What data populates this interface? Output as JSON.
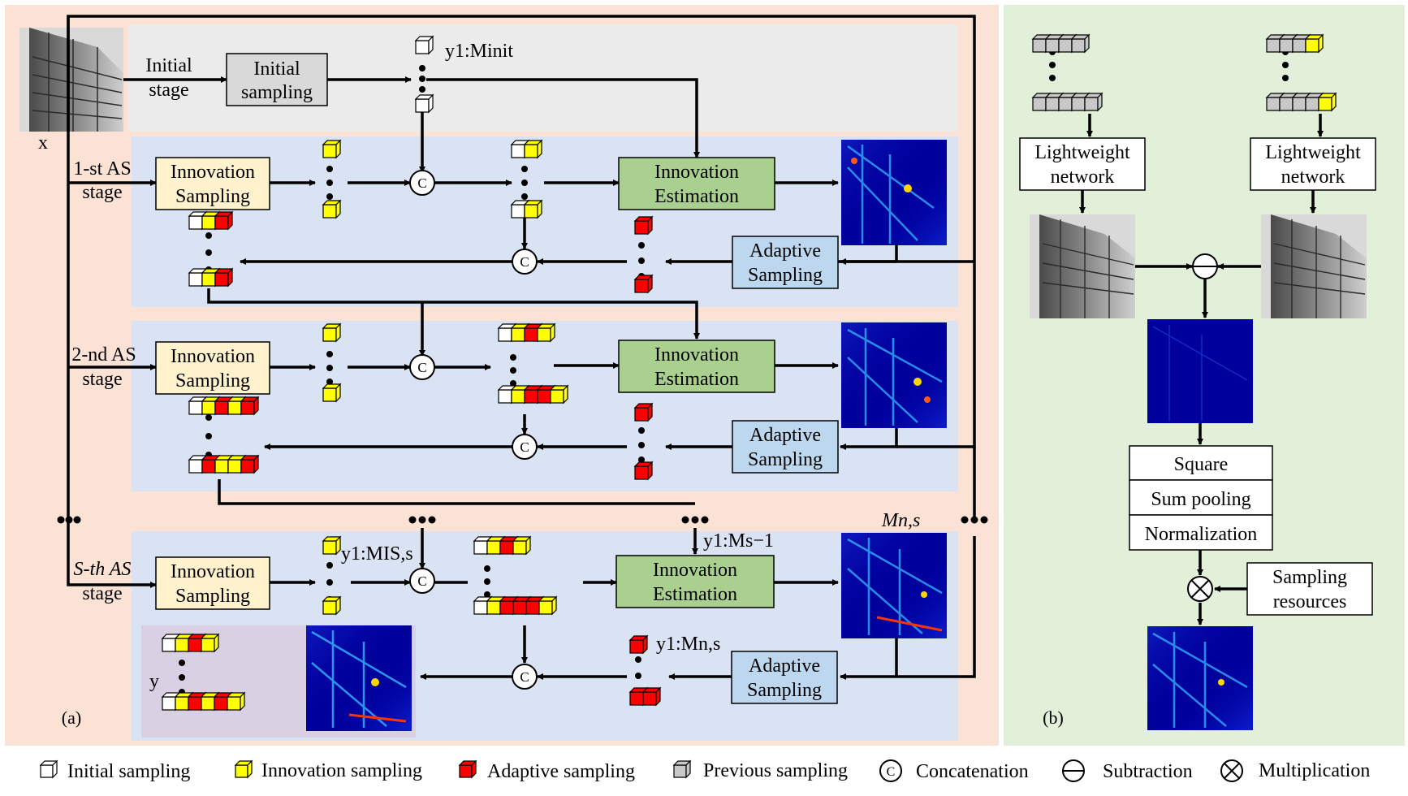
{
  "panel_a": {
    "label": "(a)",
    "input_label": "x",
    "output_label": "y",
    "initial": {
      "stage_line1": "Initial",
      "stage_line2": "stage",
      "box_line1": "Initial",
      "box_line2": "sampling",
      "measure_label": "y1:Minit"
    },
    "stage1": {
      "line1": "1-st AS",
      "line2": "stage"
    },
    "stage2": {
      "line1": "2-nd AS",
      "line2": "stage"
    },
    "stageS": {
      "line1": "S-th AS",
      "line2": "stage",
      "is_label": "y1:MIS,s",
      "prev_label": "y1:Ms−1",
      "as_label": "y1:Mn,s",
      "map_label": "Mn,s"
    },
    "blocks": {
      "innovation_sampling": [
        "Innovation",
        "Sampling"
      ],
      "innovation_estimation": [
        "Innovation",
        "Estimation"
      ],
      "adaptive_sampling": [
        "Adaptive",
        "Sampling"
      ]
    }
  },
  "panel_b": {
    "label": "(b)",
    "lightweight": [
      "Lightweight",
      "network"
    ],
    "ops": [
      "Square",
      "Sum pooling",
      "Normalization"
    ],
    "resources": [
      "Sampling",
      "resources"
    ]
  },
  "legend": [
    {
      "icon": "initial-cube",
      "label": "Initial sampling"
    },
    {
      "icon": "innovation-cube",
      "label": "Innovation sampling"
    },
    {
      "icon": "adaptive-cube",
      "label": "Adaptive sampling"
    },
    {
      "icon": "previous-cube",
      "label": "Previous sampling"
    },
    {
      "icon": "concat-symbol",
      "label": "Concatenation"
    },
    {
      "icon": "subtract-symbol",
      "label": "Subtraction"
    },
    {
      "icon": "multiply-symbol",
      "label": "Multiplication"
    }
  ],
  "colors": {
    "panel_a_bg": "#fbe2d5",
    "panel_b_bg": "#e2efd9",
    "initial_band": "#ebebeb",
    "stage_band": "#dae3f3",
    "output_band": "#d9d0e3",
    "innovation_sampling_box": "#fff2cc",
    "innovation_estimation_box": "#a9d08e",
    "adaptive_sampling_box": "#bdd7ee",
    "innovation_cube": "#ffff00",
    "adaptive_cube": "#ff0000",
    "previous_cube": "#c8c8c8",
    "heatmap_base": "#00009c"
  }
}
